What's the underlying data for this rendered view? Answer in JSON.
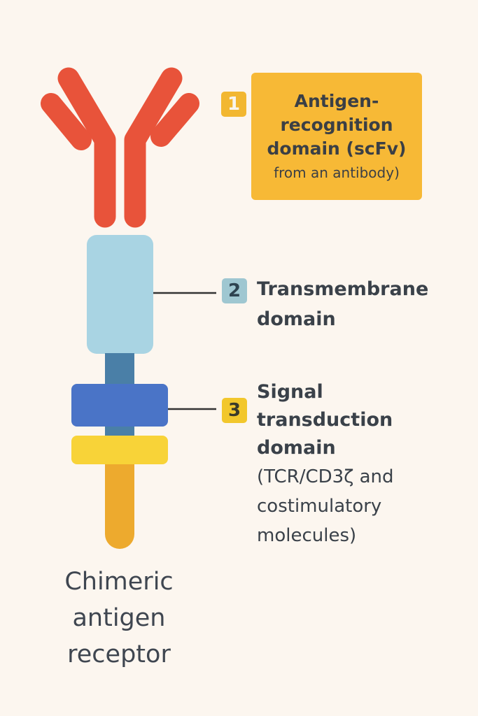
{
  "colors": {
    "background": "#fcf6ef",
    "antibody_arms": "#e8533a",
    "transmembrane_block": "#a9d4e3",
    "stalk_segment": "#4a7fa7",
    "signal_block": "#4a74c7",
    "yellow_band": "#f8d338",
    "tail": "#edaa2e",
    "connector_lines": "#333333",
    "box_1": "#f7b936"
  },
  "callouts": [
    {
      "number": "1",
      "title_lines": [
        "Antigen-",
        "recognition",
        "domain (scFv)"
      ],
      "subtitle": "from an antibody)"
    },
    {
      "number": "2",
      "title_lines": [
        "Transmembrane",
        "domain"
      ]
    },
    {
      "number": "3",
      "title_lines": [
        "Signal",
        "transduction",
        "domain"
      ],
      "subtitle_lines": [
        "(TCR/CD3ζ and",
        "costimulatory",
        "molecules)"
      ]
    }
  ],
  "caption_lines": [
    "Chimeric",
    "antigen",
    "receptor"
  ]
}
